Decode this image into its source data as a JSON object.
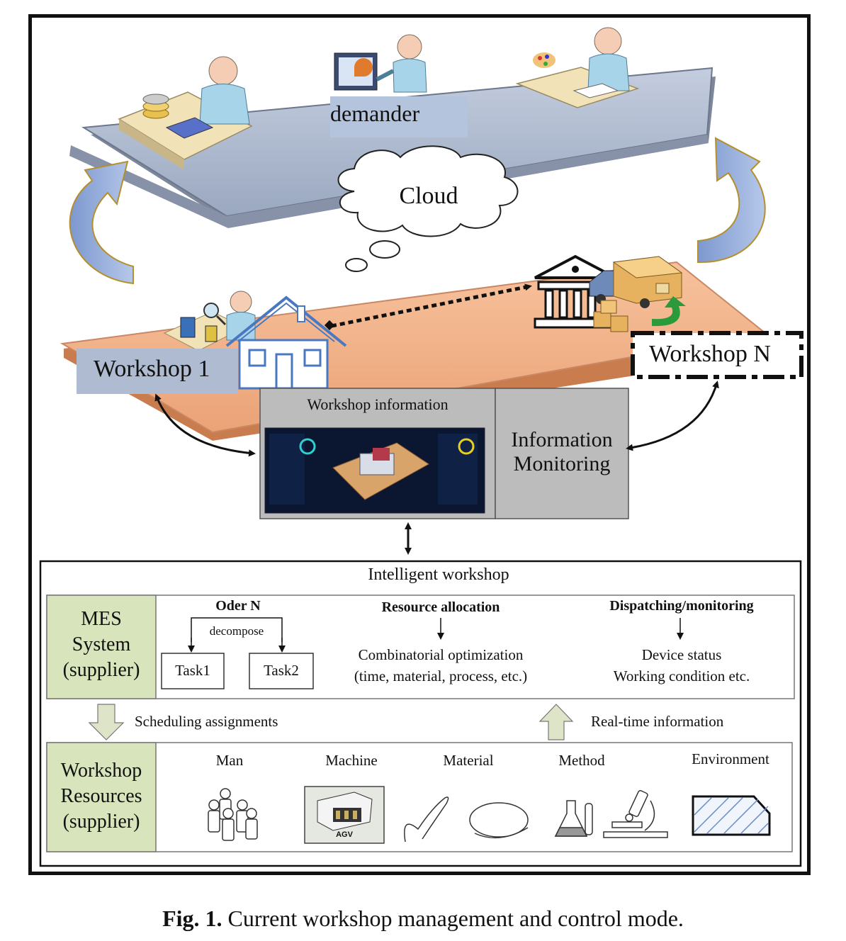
{
  "cloud_layer": {
    "demander_label": "demander",
    "cloud_label": "Cloud"
  },
  "workshop_layer": {
    "workshop1_label": "Workshop 1",
    "workshopN_label": "Workshop N",
    "workshop_info_title": "Workshop information",
    "info_monitoring_line1": "Information",
    "info_monitoring_line2": "Monitoring"
  },
  "intelligent_workshop": {
    "title": "Intelligent workshop",
    "mes": {
      "label_line1": "MES",
      "label_line2": "System",
      "label_line3": "(supplier)",
      "order_title": "Oder N",
      "decompose": "decompose",
      "task1": "Task1",
      "task2": "Task2",
      "resource_title": "Resource allocation",
      "resource_line1": "Combinatorial optimization",
      "resource_line2": "(time, material, process, etc.)",
      "dispatch_title": "Dispatching/monitoring",
      "dispatch_line1": "Device status",
      "dispatch_line2": "Working condition etc."
    },
    "scheduling_label": "Scheduling assignments",
    "realtime_label": "Real-time information",
    "resources": {
      "label_line1": "Workshop",
      "label_line2": "Resources",
      "label_line3": "(supplier)",
      "items": [
        "Man",
        "Machine",
        "Material",
        "Method",
        "Environment"
      ],
      "agv_label": "AGV"
    }
  },
  "caption": {
    "prefix": "Fig. 1.",
    "text": "Current workshop management and control mode."
  },
  "colors": {
    "cloud_platform": "#aab6cc",
    "workshop_platform": "#f0b48a",
    "label_blue": "#b4c4dc",
    "label_green": "#d8e4bc",
    "info_gray": "#bcbcbc",
    "curve_arrow": "#8fa8d8"
  }
}
